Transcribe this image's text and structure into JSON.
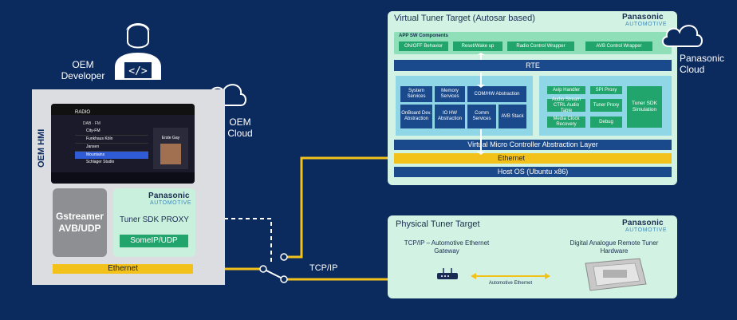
{
  "oem": {
    "developer_label": "OEM\nDeveloper",
    "cloud_label": "OEM\nCloud",
    "hmi_label": "OEM HMI",
    "gstreamer_label": "Gstreamer\nAVB/UDP",
    "proxy_brand": "Panasonic",
    "proxy_brand_sub": "AUTOMOTIVE",
    "proxy_label": "Tuner SDK PROXY",
    "someip_label": "SomeIP/UDP",
    "ethernet_label": "Ethernet",
    "screen": {
      "header": "RADIO",
      "band": "DAB · FM",
      "stations": [
        "City-FM",
        "Funkhaus Köln",
        "Jansen",
        "Mountains",
        "Schlager Studio"
      ],
      "now_playing_title": "Erste Gay"
    }
  },
  "tcpip_label": "TCP/IP",
  "virtual": {
    "title": "Virtual Tuner Target (Autosar based)",
    "brand": "Panasonic",
    "brand_sub": "AUTOMOTIVE",
    "app_sw_label": "APP SW Components",
    "app_components": [
      "ON/OFF Behavior",
      "Reset/Wake up",
      "Radio Control Wrapper",
      "AVB Control Wrapper"
    ],
    "rte_label": "RTE",
    "services": [
      "System Services",
      "Memory Services",
      "COM/HW Abstraction",
      "OnBoard Dev. Abstraction",
      "IO HW Abstraction",
      "Comm Services",
      "AVB Stack"
    ],
    "tuner_blocks": [
      "Avip Handler",
      "SPI Proxy",
      "Audio Stream CTRL Audio Table",
      "Tuner Proxy",
      "Media Clock Recovery",
      "Debug",
      "Tuner SDK Simulation"
    ],
    "vmcal_label": "Virtual Micro Controller Abstraction Layer",
    "ethernet_label": "Ethernet",
    "host_os_label": "Host OS (Ubuntu x86)",
    "cloud_label": "Panasonic\nCloud"
  },
  "physical": {
    "title": "Physical Tuner Target",
    "brand": "Panasonic",
    "brand_sub": "AUTOMOTIVE",
    "gateway_label": "TCP/IP – Automotive Ethernet\nGateway",
    "link_label": "Automotive Ethernet",
    "hardware_label": "Digital Analogue Remote Tuner\nHardware"
  },
  "colors": {
    "background": "#0b2a5e",
    "accent_yellow": "#f2c21b",
    "panel_green": "#d2f3e3",
    "box_blue": "#1a4a8c",
    "box_green": "#22a56c"
  }
}
